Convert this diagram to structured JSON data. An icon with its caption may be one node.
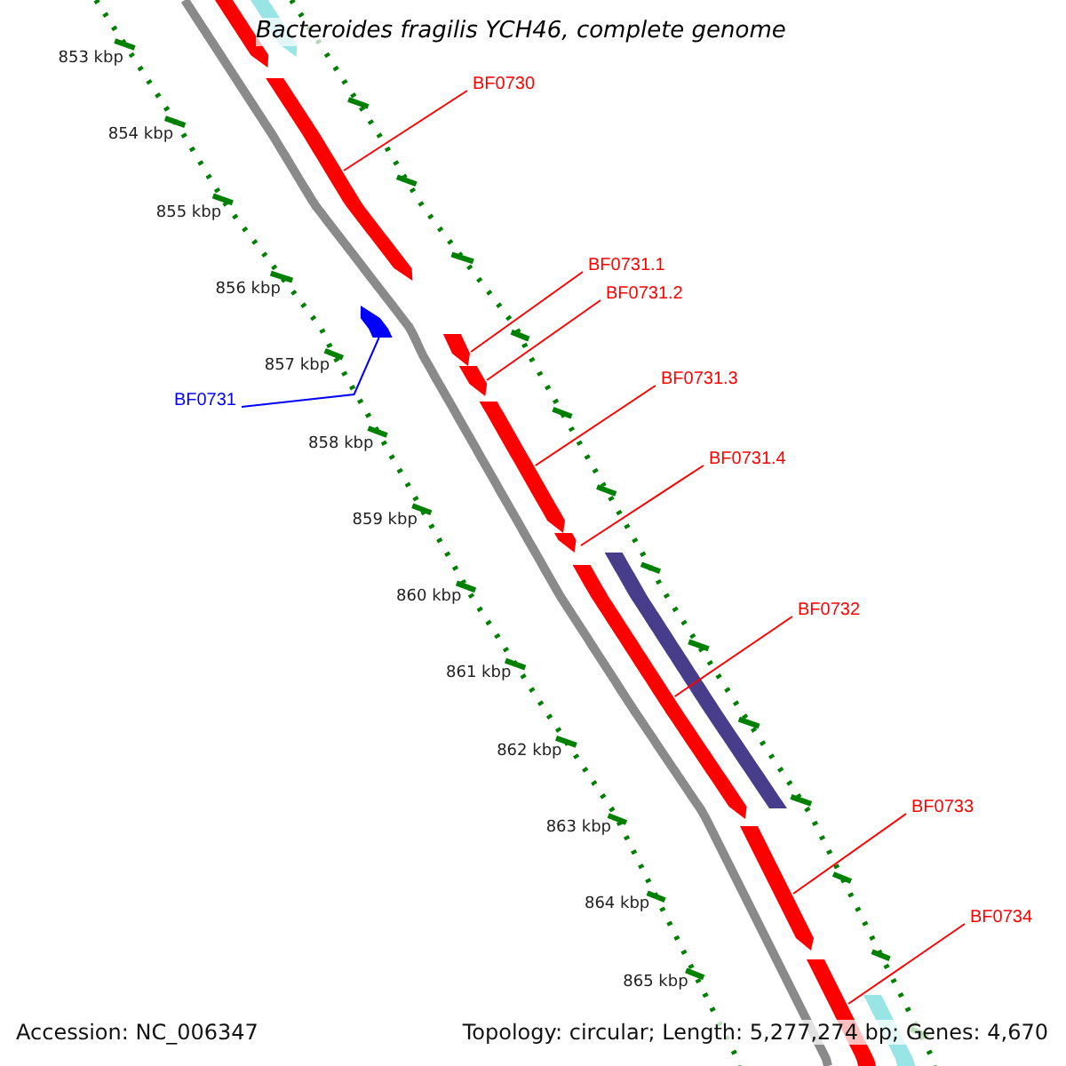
{
  "diagram": {
    "title": "Bacteroides fragilis YCH46, complete genome",
    "nodes": [
      {
        "text": [
          "BF0730"
        ]
      },
      {
        "text": [
          "BF0731.1"
        ]
      },
      {
        "text": [
          "BF0731.2"
        ]
      },
      {
        "text": [
          "BF0731"
        ]
      },
      {
        "text": [
          "BF0731.3"
        ]
      },
      {
        "text": [
          "BF0731.4"
        ]
      },
      {
        "text": [
          "BF0732"
        ]
      },
      {
        "text": [
          "BF0733"
        ]
      },
      {
        "text": [
          "BF0734"
        ]
      },
      {
        "text": [],
        "shape": "bar"
      },
      {
        "text": [],
        "shape": "bar"
      },
      {
        "text": [],
        "shape": "bar"
      },
      {
        "text": [],
        "shape": "bar"
      },
      {
        "text": [],
        "shape": "bar"
      },
      {
        "text": [],
        "shape": "bar"
      },
      {
        "text": [],
        "shape": "bar"
      },
      {
        "text": [],
        "shape": "bar"
      },
      {
        "text": [],
        "shape": "bar"
      },
      {
        "text": [],
        "shape": "bar"
      },
      {
        "text": [],
        "shape": "bar"
      },
      {
        "text": [],
        "shape": "bar"
      },
      {
        "text": [],
        "shape": "bar"
      }
    ],
    "edges": [
      {
        "from": 0,
        "to": 11,
        "arrow": "none"
      },
      {
        "from": 1,
        "to": 13,
        "arrow": "none"
      },
      {
        "from": 2,
        "to": 14,
        "arrow": "none"
      },
      {
        "from": 3,
        "to": 12,
        "arrow": "none",
        "color": "#0000ff"
      },
      {
        "from": 4,
        "to": 15,
        "arrow": "none"
      },
      {
        "from": 5,
        "to": 16,
        "arrow": "none"
      },
      {
        "from": 6,
        "to": 18,
        "arrow": "none"
      },
      {
        "from": 7,
        "to": 19,
        "arrow": "none"
      },
      {
        "from": 8,
        "to": 20,
        "arrow": "none"
      }
    ],
    "labels": [
      "853 kbp",
      "854 kbp",
      "855 kbp",
      "856 kbp",
      "857 kbp",
      "858 kbp",
      "859 kbp",
      "860 kbp",
      "861 kbp",
      "862 kbp",
      "863 kbp",
      "864 kbp",
      "865 kbp",
      "Accession: NC_006347",
      "Topology: circular; Length: 5,277,274 bp; Genes: 4,670"
    ]
  }
}
